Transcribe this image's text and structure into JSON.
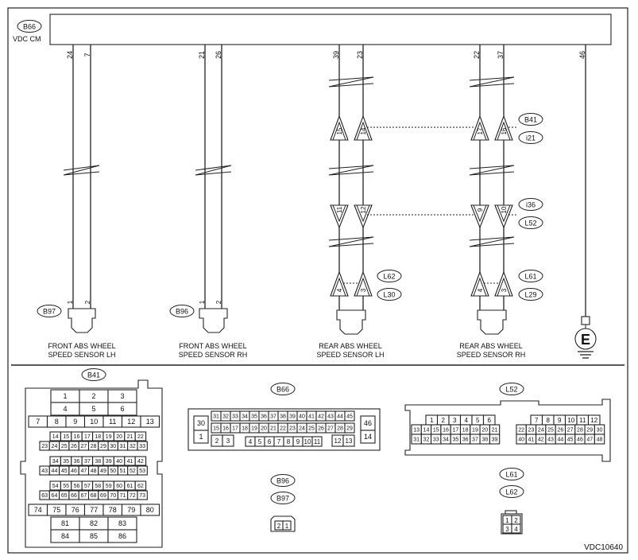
{
  "title_code": "VDC10640",
  "module": {
    "connector": "B66",
    "name": "VDC CM"
  },
  "wires": [
    {
      "pin": "24"
    },
    {
      "pin": "7"
    },
    {
      "pin": "21"
    },
    {
      "pin": "26"
    },
    {
      "pin": "39"
    },
    {
      "pin": "23"
    },
    {
      "pin": "22"
    },
    {
      "pin": "37"
    },
    {
      "pin": "46"
    }
  ],
  "inline_connectors": {
    "upper": {
      "labels": [
        "B41",
        "i21"
      ],
      "pins": [
        "15",
        "14",
        "17",
        "16"
      ]
    },
    "middle": {
      "labels": [
        "i36",
        "L52"
      ],
      "pins": [
        "11",
        "12",
        "9",
        "10"
      ]
    },
    "rear_lh": {
      "labels": [
        "L62",
        "L30"
      ],
      "pins": [
        "4",
        "3"
      ]
    },
    "rear_rh": {
      "labels": [
        "L61",
        "L29"
      ],
      "pins": [
        "4",
        "3"
      ]
    }
  },
  "sensors": [
    {
      "connector": "B97",
      "pins": [
        "1",
        "2"
      ],
      "line1": "FRONT ABS WHEEL",
      "line2": "SPEED SENSOR LH"
    },
    {
      "connector": "B96",
      "pins": [
        "1",
        "2"
      ],
      "line1": "FRONT ABS WHEEL",
      "line2": "SPEED SENSOR RH"
    },
    {
      "line1": "REAR ABS WHEEL",
      "line2": "SPEED SENSOR LH"
    },
    {
      "line1": "REAR ABS WHEEL",
      "line2": "SPEED SENSOR RH"
    }
  ],
  "ground": {
    "symbol": "E"
  },
  "faces": {
    "b41": {
      "label": "B41",
      "row1": [
        "1",
        "2",
        "3"
      ],
      "row2": [
        "4",
        "5",
        "6"
      ],
      "row3": [
        "7",
        "8",
        "9",
        "10",
        "11",
        "12",
        "13"
      ],
      "row4": [
        "14",
        "15",
        "16",
        "17",
        "18",
        "19",
        "20",
        "21",
        "22"
      ],
      "row5": [
        "23",
        "24",
        "25",
        "26",
        "27",
        "28",
        "29",
        "30",
        "31",
        "32",
        "33"
      ],
      "row6": [
        "34",
        "35",
        "36",
        "37",
        "38",
        "39",
        "40",
        "41",
        "42"
      ],
      "row7": [
        "43",
        "44",
        "45",
        "46",
        "47",
        "48",
        "49",
        "50",
        "51",
        "52",
        "53"
      ],
      "row8": [
        "54",
        "55",
        "56",
        "57",
        "58",
        "59",
        "60",
        "61",
        "62"
      ],
      "row9": [
        "63",
        "64",
        "65",
        "66",
        "67",
        "68",
        "69",
        "70",
        "71",
        "72",
        "73"
      ],
      "row10": [
        "74",
        "75",
        "76",
        "77",
        "78",
        "79",
        "80"
      ],
      "row11": [
        "81",
        "82",
        "83"
      ],
      "row12": [
        "84",
        "85",
        "86"
      ]
    },
    "b66": {
      "label": "B66",
      "left_top": "30",
      "left_bottom": "1",
      "top_row": [
        "31",
        "32",
        "33",
        "34",
        "35",
        "36",
        "37",
        "38",
        "39",
        "40",
        "41",
        "42",
        "43",
        "44",
        "45"
      ],
      "mid_row": [
        "15",
        "16",
        "17",
        "18",
        "19",
        "20",
        "21",
        "22",
        "23",
        "24",
        "25",
        "26",
        "27",
        "28",
        "29"
      ],
      "bottom_a": [
        "2",
        "3"
      ],
      "bottom_b": [
        "4",
        "5",
        "6",
        "7",
        "8",
        "9",
        "10",
        "11"
      ],
      "bottom_c": [
        "12",
        "13"
      ],
      "right_top": "46",
      "right_bottom": "14"
    },
    "b96_b97": {
      "labels": [
        "B96",
        "B97"
      ],
      "pins": [
        "2",
        "1"
      ]
    },
    "l52": {
      "label": "L52",
      "left_row1": [
        "1",
        "2",
        "3",
        "4",
        "5",
        "6"
      ],
      "left_row2": [
        "13",
        "14",
        "15",
        "16",
        "17",
        "18",
        "19",
        "20",
        "21"
      ],
      "left_row3": [
        "31",
        "32",
        "33",
        "34",
        "35",
        "36",
        "37",
        "38",
        "39"
      ],
      "right_row1": [
        "7",
        "8",
        "9",
        "10",
        "11",
        "12"
      ],
      "right_row2": [
        "22",
        "23",
        "24",
        "25",
        "26",
        "27",
        "28",
        "29",
        "30"
      ],
      "right_row3": [
        "40",
        "41",
        "42",
        "43",
        "44",
        "45",
        "46",
        "47",
        "48"
      ]
    },
    "l61_l62": {
      "labels": [
        "L61",
        "L62"
      ],
      "pins": [
        "1",
        "2",
        "3",
        "4"
      ]
    }
  }
}
